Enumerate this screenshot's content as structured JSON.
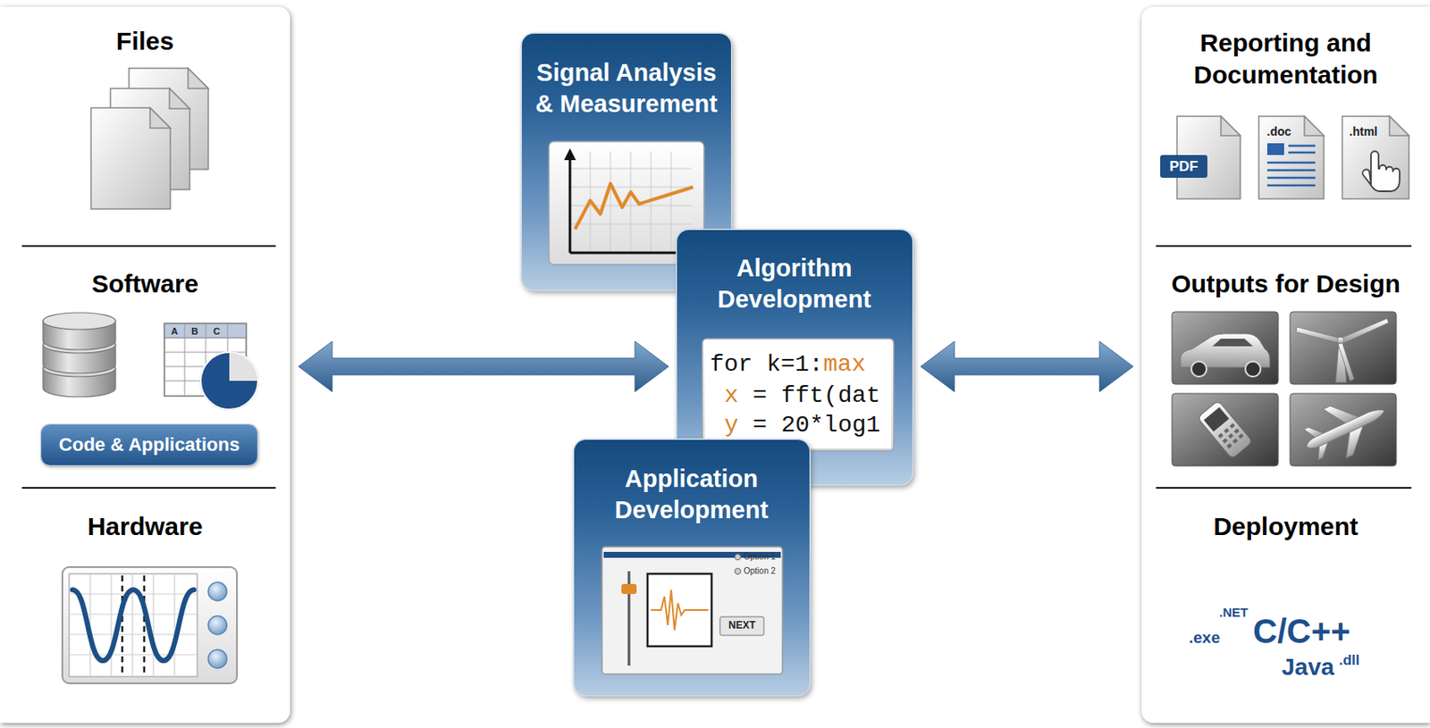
{
  "diagram": {
    "nodes": [
      {
        "text": [
          "Files",
          "Software",
          "Hardware"
        ]
      },
      {
        "text": [
          "Code & Applications"
        ],
        "in": 0
      },
      {
        "text": [
          "Signal Analysis & Measurement"
        ]
      },
      {
        "text": [
          "Algorithm Development"
        ]
      },
      {
        "text": [
          "Application Development"
        ]
      },
      {
        "text": [
          "Reporting and Documentation",
          "Outputs for Design",
          "Deployment"
        ]
      }
    ],
    "edges": [
      {
        "from": 0,
        "to": 3,
        "arrow": "both"
      },
      {
        "from": 3,
        "to": 5,
        "arrow": "both"
      }
    ],
    "labels": [
      "A",
      "B",
      "C",
      "for k=1:",
      "max",
      "x",
      "= fft(dat",
      "y",
      "= 20*log1",
      "Option 1",
      "Option 2",
      "NEXT",
      "PDF",
      ".doc",
      ".html",
      ".NET",
      "C/C++",
      ".exe",
      "Java",
      ".dll"
    ]
  }
}
